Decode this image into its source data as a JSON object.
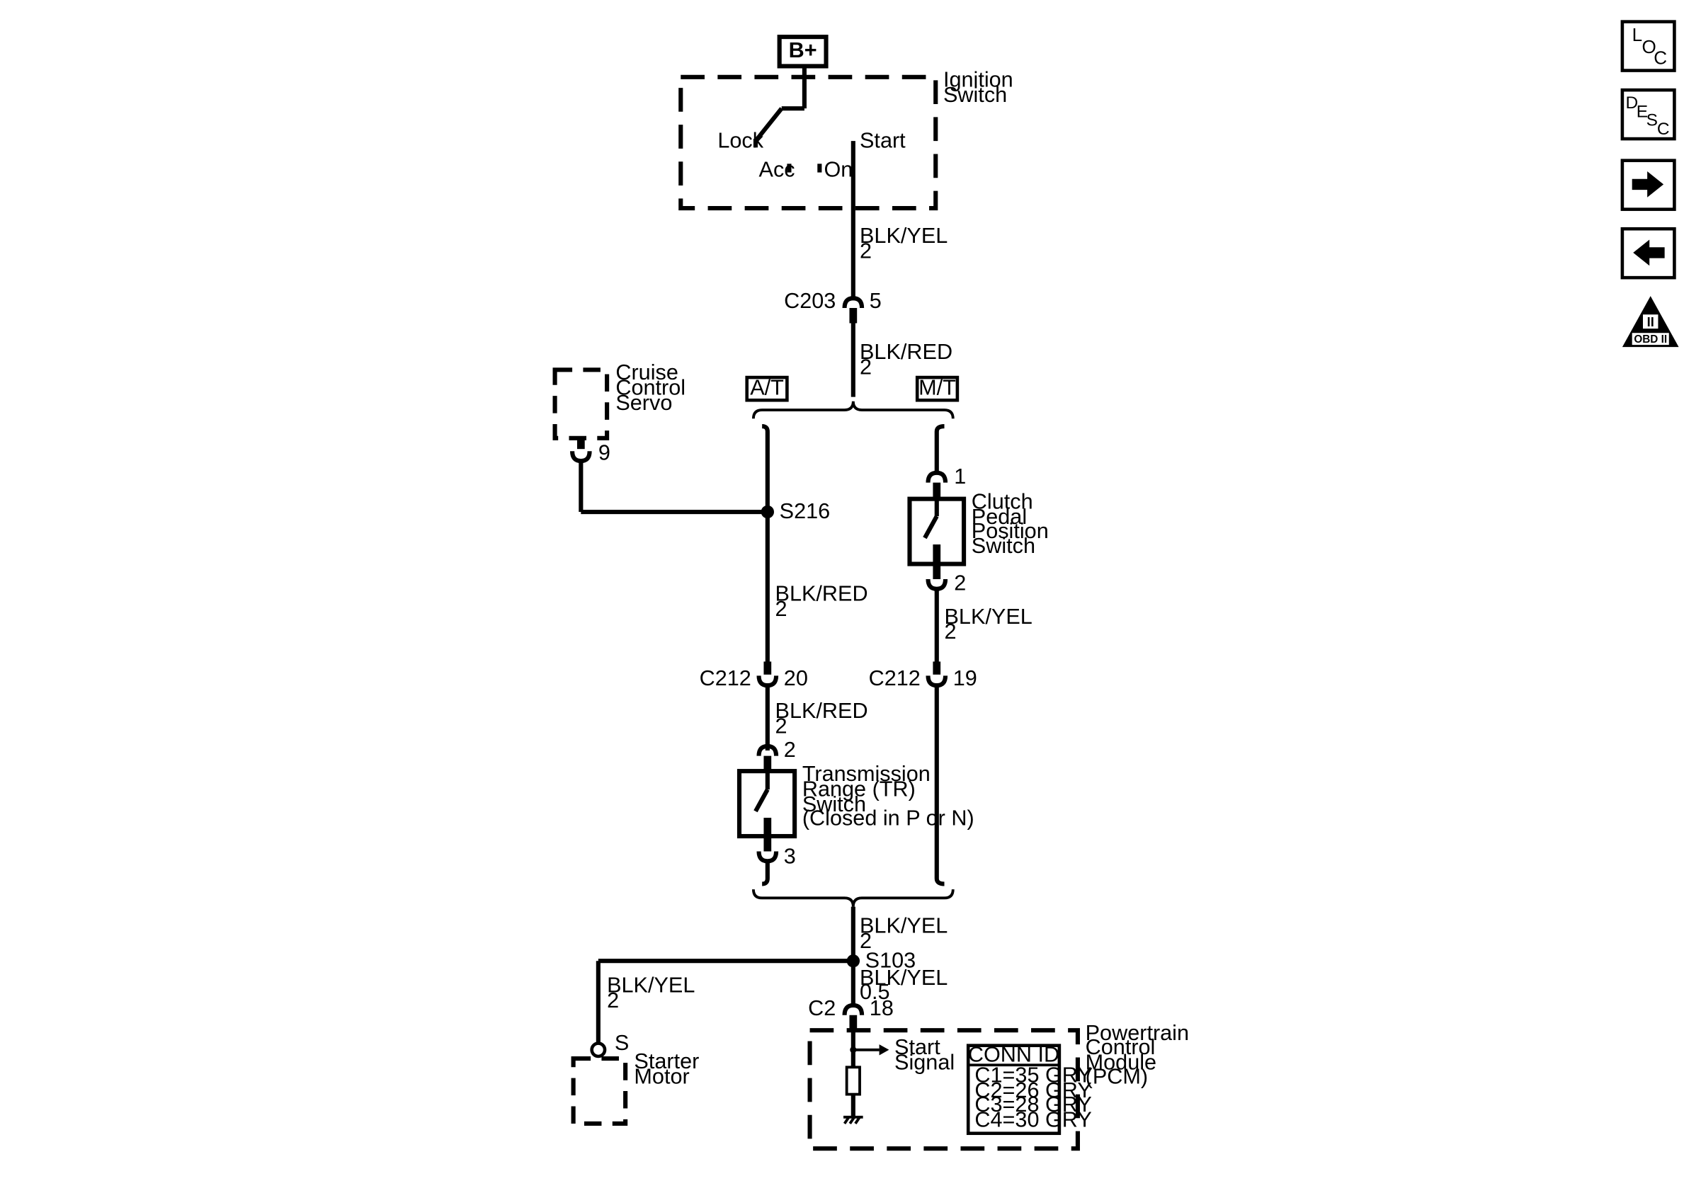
{
  "ignition": {
    "power_label": "B+",
    "name_line1": "Ignition",
    "name_line2": "Switch",
    "lock": "Lock",
    "acc": "Acc",
    "on": "On",
    "start": "Start"
  },
  "wire_top": {
    "color": "BLK/YEL",
    "gauge": "2"
  },
  "c203": {
    "name": "C203",
    "pin": "5"
  },
  "wire_c203_out": {
    "color": "BLK/RED",
    "gauge": "2"
  },
  "option_at": "A/T",
  "option_mt": "M/T",
  "cruise_servo": {
    "line1": "Cruise",
    "line2": "Control",
    "line3": "Servo",
    "pin": "9"
  },
  "s216": "S216",
  "wire_at": {
    "color": "BLK/RED",
    "gauge": "2"
  },
  "clutch_switch": {
    "line1": "Clutch",
    "line2": "Pedal",
    "line3": "Position",
    "line4": "Switch",
    "pin_top": "1",
    "pin_bottom": "2"
  },
  "wire_mt": {
    "color": "BLK/YEL",
    "gauge": "2"
  },
  "c212_at": {
    "name": "C212",
    "pin": "20"
  },
  "c212_mt": {
    "name": "C212",
    "pin": "19"
  },
  "wire_at_lower": {
    "color": "BLK/RED",
    "gauge": "2"
  },
  "tr_switch": {
    "line1": "Transmission",
    "line2": "Range (TR)",
    "line3": "Switch",
    "line4": "(Closed in P or N)",
    "pin_top": "2",
    "pin_bottom": "3"
  },
  "wire_merge": {
    "color": "BLK/YEL",
    "gauge": "2"
  },
  "s103": "S103",
  "wire_pcm": {
    "color": "BLK/YEL",
    "gauge": "0.5"
  },
  "c2": {
    "name": "C2",
    "pin": "18"
  },
  "wire_starter": {
    "color": "BLK/YEL",
    "gauge": "2"
  },
  "starter": {
    "pin": "S",
    "line1": "Starter",
    "line2": "Motor"
  },
  "pcm": {
    "start_signal_line1": "Start",
    "start_signal_line2": "Signal",
    "name_line1": "Powertrain",
    "name_line2": "Control",
    "name_line3": "Module",
    "name_line4": "(PCM)",
    "conn_id_title": "CONN ID",
    "conn_ids": [
      "C1=35 GRY",
      "C2=26 GRY",
      "C3=28 GRY",
      "C4=30 GRY"
    ]
  },
  "nav": {
    "loc_l": "L",
    "loc_o": "O",
    "loc_c": "C",
    "desc_d": "D",
    "desc_e": "E",
    "desc_s": "S",
    "desc_c": "C",
    "obd_roman": "II",
    "obd_label": "OBD II",
    "icons": {
      "next": "right-arrow-icon",
      "prev": "left-arrow-icon",
      "obd": "obd-ii-triangle-icon"
    }
  }
}
